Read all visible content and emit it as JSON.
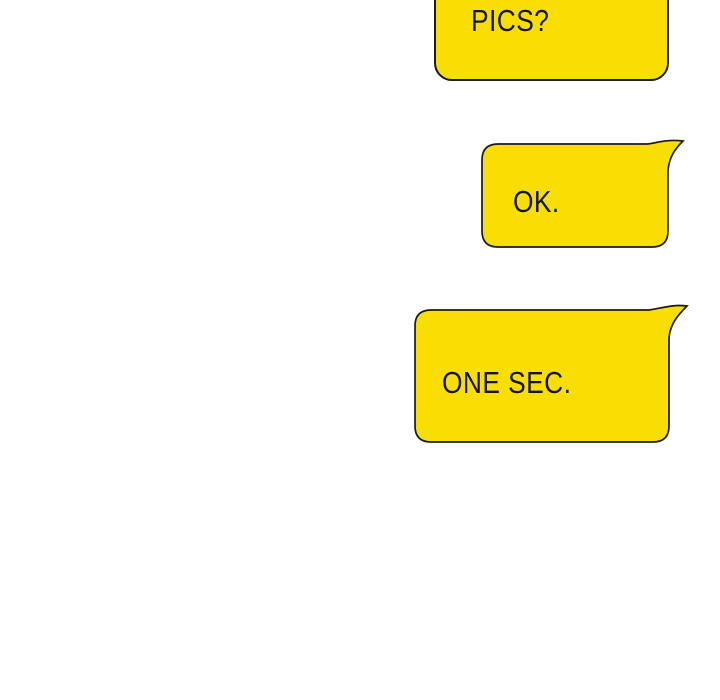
{
  "style": {
    "canvas_bg": "#ffffff",
    "bubble_fill": "#F8DE02",
    "bubble_stroke": "#1a1a1a",
    "text_color": "#151515"
  },
  "conversation": {
    "messages": [
      {
        "text": "PICS?"
      },
      {
        "text": "OK."
      },
      {
        "text": "ONE SEC."
      }
    ]
  }
}
